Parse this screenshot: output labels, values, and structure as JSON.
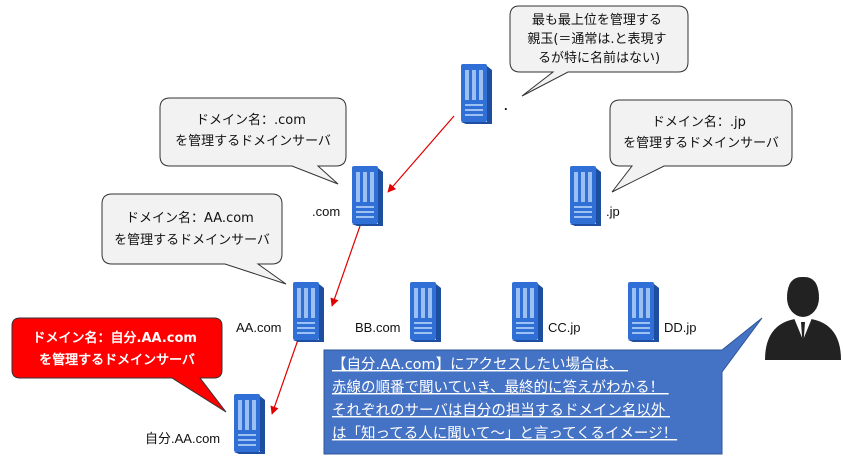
{
  "colors": {
    "server_body": "#2f6fd6",
    "server_light": "#9cc0f2",
    "arrow": "#e00000",
    "bubble_fill": "#f2f2f2",
    "highlight_bubble": "#ff0000",
    "note_fill": "#4472c4",
    "person": "#222222"
  },
  "bubbles": {
    "root": [
      "最も最上位を管理する",
      "親玉(＝通常は.と表現す",
      "るが特に名前はない)"
    ],
    "com": [
      "ドメイン名：.com",
      "を管理するドメインサーバ"
    ],
    "jp": [
      "ドメイン名：.jp",
      "を管理するドメインサーバ"
    ],
    "aa": [
      "ドメイン名：AA.com",
      "を管理するドメインサーバ"
    ],
    "jibun": [
      "ドメイン名：自分.AA.com",
      "を管理するドメインサーバ"
    ]
  },
  "servers": {
    "root": ".",
    "com": ".com",
    "jp": ".jp",
    "aa": "AA.com",
    "bb": "BB.com",
    "cc": "CC.jp",
    "dd": "DD.jp",
    "jibun": "自分.AA.com"
  },
  "note": {
    "lines": [
      "【自分.AA.com】にアクセスしたい場合は、",
      "赤線の順番で聞いていき、最終的に答えがわかる！",
      "それぞれのサーバは自分の担当するドメイン名以外",
      "は「知ってる人に聞いて～」と言ってくるイメージ！"
    ]
  },
  "icons": [
    "server-icon",
    "person-icon"
  ]
}
